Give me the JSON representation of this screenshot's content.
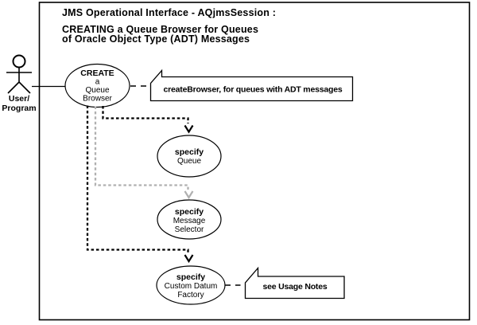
{
  "diagram": {
    "title_line1": "JMS Operational Interface - AQjmsSession :",
    "title_line2": "CREATING a Queue Browser for Queues",
    "title_line3": "of Oracle Object Type (ADT) Messages"
  },
  "actor": {
    "label_line1": "User/",
    "label_line2": "Program"
  },
  "use_cases": {
    "create_queue_browser": {
      "line1": "CREATE",
      "line2": "a",
      "line3": "Queue",
      "line4": "Browser"
    },
    "specify_queue": {
      "line1": "specify",
      "line2": "Queue"
    },
    "specify_message_selector": {
      "line1": "specify",
      "line2": "Message",
      "line3": "Selector"
    },
    "specify_custom_datum_factory": {
      "line1": "specify",
      "line2": "Custom Datum",
      "line3": "Factory"
    }
  },
  "notes": {
    "create_browser": "createBrowser, for queues with ADT messages",
    "usage": "see Usage Notes"
  },
  "colors": {
    "foreground": "#000000",
    "secondary_dependency": "#b0b0b0",
    "background": "#ffffff"
  }
}
